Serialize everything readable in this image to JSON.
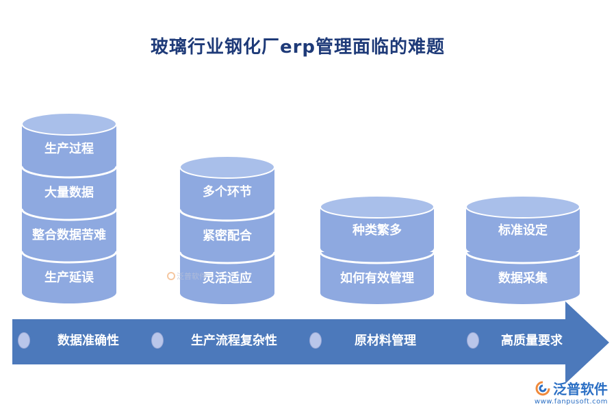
{
  "title": "玻璃行业钢化厂erp管理面临的难题",
  "colors": {
    "cylinder": "#8ea9e0",
    "cylinder_top": "#a9bfea",
    "edge": "#ffffff",
    "banner": "#4c79bb",
    "title": "#1e3a78"
  },
  "stacks": [
    {
      "segments": [
        "生产过程",
        "大量数据",
        "整合数据苦难",
        "生产延误"
      ]
    },
    {
      "segments": [
        "多个环节",
        "紧密配合",
        "灵活适应"
      ]
    },
    {
      "segments": [
        "种类繁多",
        "如何有效管理"
      ]
    },
    {
      "segments": [
        "标准设定",
        "数据采集"
      ]
    }
  ],
  "banner": {
    "items": [
      "数据准确性",
      "生产流程复杂性",
      "原材料管理",
      "高质量要求"
    ]
  },
  "watermark": {
    "text": "泛普软件"
  },
  "logo": {
    "name": "泛普软件",
    "url": "www.fanpusoft.com"
  }
}
